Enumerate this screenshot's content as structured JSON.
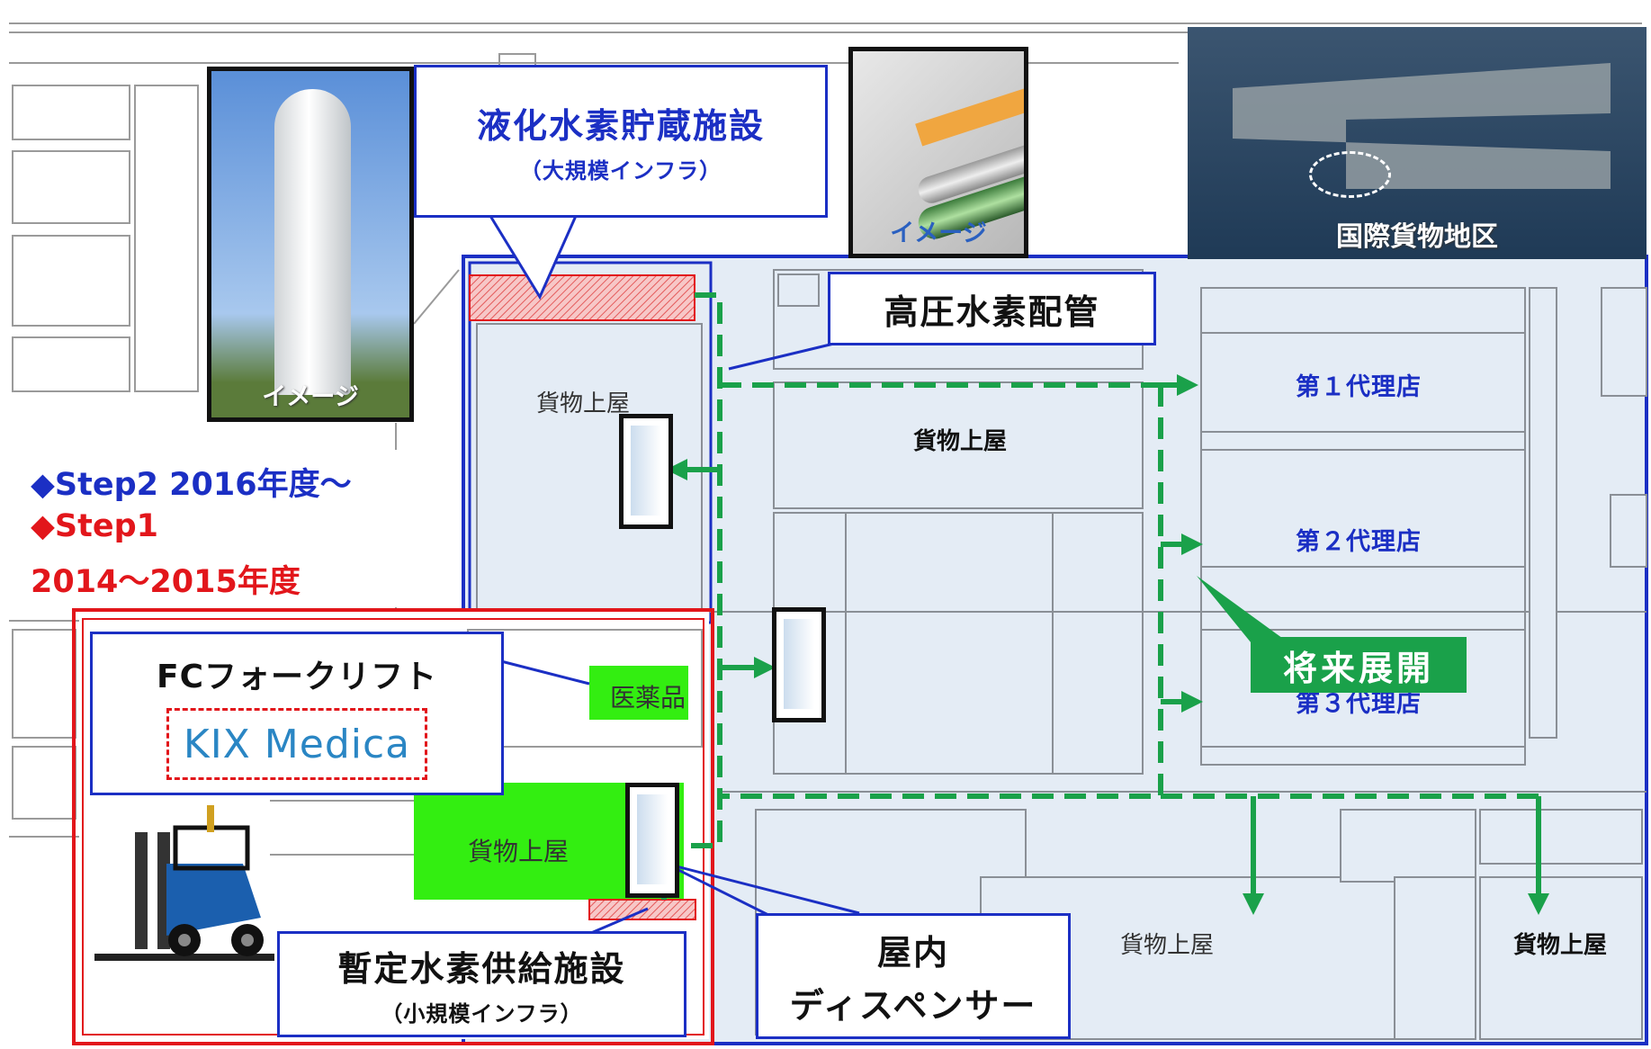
{
  "facilities": {
    "storage_title": "液化水素貯蔵施設",
    "storage_sub": "（大規模インフラ）",
    "pipeline": "高圧水素配管",
    "temp_supply_title": "暫定水素供給施設",
    "temp_supply_sub": "（小規模インフラ）",
    "indoor_dispenser_line1": "屋内",
    "indoor_dispenser_line2": "ディスペンサー",
    "forklift": "FCフォークリフト",
    "medical_logo": "KIX Medica",
    "future": "将来展開"
  },
  "images": {
    "tank_caption": "イメージ",
    "pipe_caption": "イメージ",
    "aerial_caption": "国際貨物地区"
  },
  "legend": {
    "step2": "◆Step2  2016年度～",
    "step1_line1": "◆Step1",
    "step1_line2": "2014～2015年度"
  },
  "buildings": {
    "cargo": "貨物上屋",
    "pharma": "医薬品",
    "agent1": "第１代理店",
    "agent2": "第２代理店",
    "agent3": "第３代理店"
  },
  "colors": {
    "step2_blue": "#1b2fc4",
    "step1_red": "#e2161b",
    "route_green": "#1aa14a",
    "highlight_green": "#33ee11"
  }
}
